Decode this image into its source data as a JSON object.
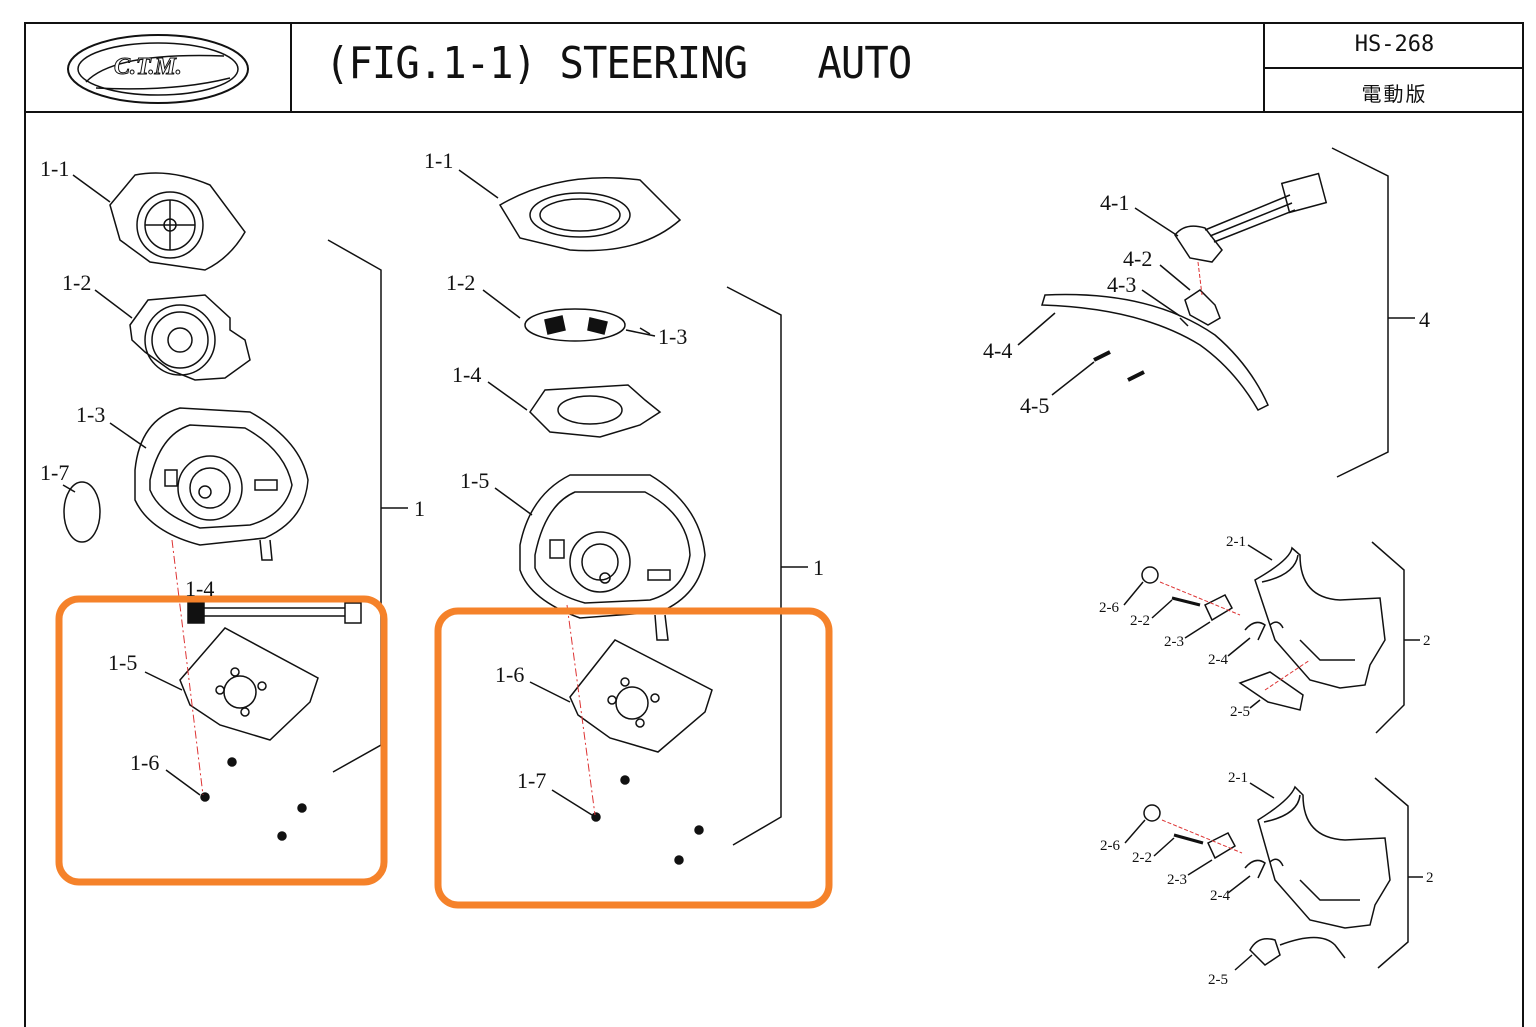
{
  "header": {
    "logo_text": "C.T.M.",
    "title": "(FIG.1-1) STEERING   AUTO",
    "model": "HS-268",
    "edition": "電動版"
  },
  "left_assembly": {
    "labels": [
      "1-1",
      "1-2",
      "1-3",
      "1-7",
      "1-4",
      "1-5",
      "1-6"
    ],
    "group": "1"
  },
  "middle_assembly": {
    "labels": [
      "1-1",
      "1-2",
      "1-3",
      "1-4",
      "1-5",
      "1-6",
      "1-7"
    ],
    "group": "1"
  },
  "lever_assembly": {
    "labels": [
      "4-1",
      "4-2",
      "4-3",
      "4-4",
      "4-5"
    ],
    "group": "4"
  },
  "switch_assembly_top": {
    "labels": [
      "2-1",
      "2-6",
      "2-2",
      "2-3",
      "2-4",
      "2-5"
    ],
    "group": "2"
  },
  "switch_assembly_bottom": {
    "labels": [
      "2-1",
      "2-6",
      "2-2",
      "2-3",
      "2-4",
      "2-5"
    ],
    "group": "2"
  },
  "highlight_color": "#f5822a",
  "accent_color": "#cc44cc"
}
